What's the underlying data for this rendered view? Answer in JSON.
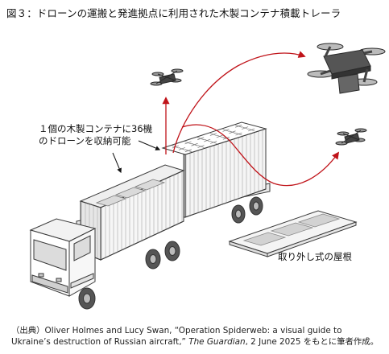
{
  "figure": {
    "title": "図３：ドローンの運搬と発進拠点に利用された木製コンテナ積載トレーラ"
  },
  "labels": {
    "container_line1": "１個の木製コンテナに36機",
    "container_line2": "のドローンを収納可能",
    "roof": "取り外し式の屋根"
  },
  "source": {
    "prefix": "（出典）Oliver Holmes and Lucy Swan, “Operation Spiderweb: a visual guide to Ukraine’s destruction of Russian aircraft,” ",
    "publication": "The Guardian",
    "suffix": ", 2 June 2025 をもとに筆者作成。"
  },
  "colors": {
    "flight_path": "#c0141a",
    "outline": "#3a3a3a",
    "truck_fill": "#f4f4f4",
    "panel_fill": "#d2d2d2",
    "drone_fill": "#555555"
  }
}
